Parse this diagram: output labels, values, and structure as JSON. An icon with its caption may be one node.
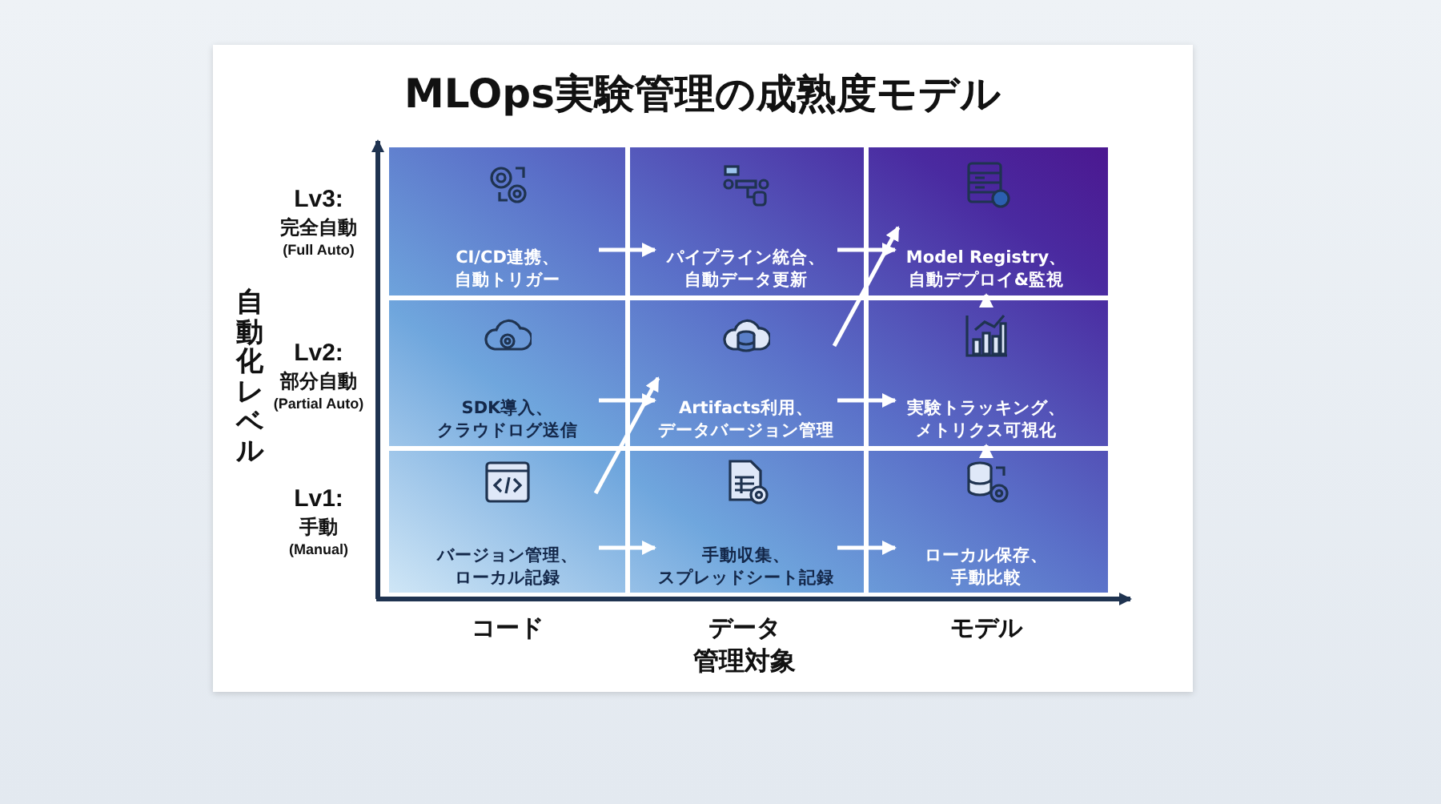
{
  "diagram": {
    "title": "MLOps実験管理の成熟度モデル",
    "nodes": [
      {
        "text": [
          "CI/CD連携、自動トリガー"
        ]
      },
      {
        "text": [
          "パイプライン統合、自動データ更新"
        ]
      },
      {
        "text": [
          "Model Registry、自動デプロイ&監視"
        ]
      },
      {
        "text": [
          "SDK導入、クラウドログ送信"
        ]
      },
      {
        "text": [
          "Artifacts利用、データバージョン管理"
        ]
      },
      {
        "text": [
          "実験トラッキング、メトリクス可視化"
        ]
      },
      {
        "text": [
          "バージョン管理、ローカル記録"
        ]
      },
      {
        "text": [
          "手動収集、スプレッドシート記録"
        ]
      },
      {
        "text": [
          "ローカル保存、手動比較"
        ]
      }
    ],
    "edges": [
      {
        "from": 0,
        "to": 1,
        "arrow": "to"
      },
      {
        "from": 1,
        "to": 2,
        "arrow": "to"
      },
      {
        "from": 3,
        "to": 4,
        "arrow": "to"
      },
      {
        "from": 4,
        "to": 5,
        "arrow": "to"
      },
      {
        "from": 6,
        "to": 7,
        "arrow": "to"
      },
      {
        "from": 7,
        "to": 8,
        "arrow": "to"
      },
      {
        "from": 6,
        "to": 4,
        "arrow": "to"
      },
      {
        "from": 4,
        "to": 2,
        "arrow": "to"
      },
      {
        "from": 8,
        "to": 5,
        "arrow": "to"
      },
      {
        "from": 5,
        "to": 2,
        "arrow": "to"
      }
    ],
    "labels": [
      "Lv3:",
      "完全自動",
      "(Full Auto)",
      "Lv2:",
      "部分自動",
      "(Partial Auto)",
      "Lv1:",
      "手動",
      "(Manual)",
      "自動化レベル",
      "コード",
      "データ",
      "モデル",
      "管理対象"
    ]
  }
}
